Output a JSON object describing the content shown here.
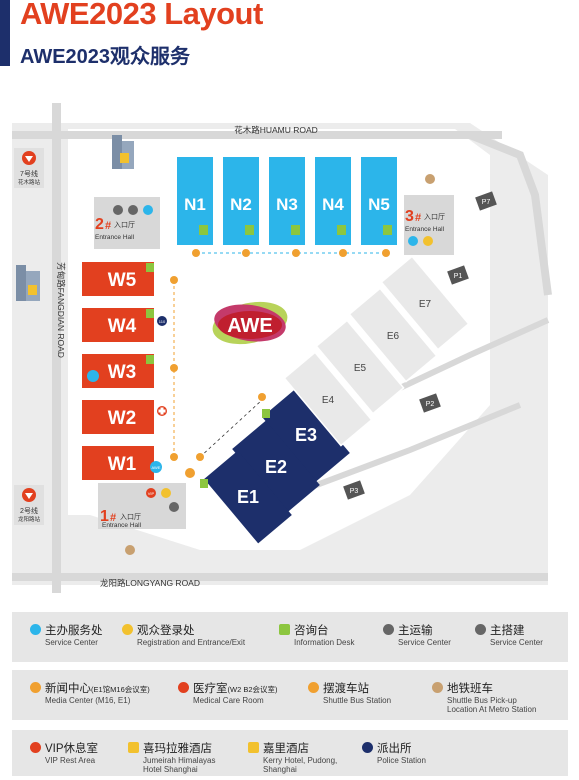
{
  "header": {
    "title": "AWE2023 Layout",
    "subtitle": "AWE2023观众服务"
  },
  "map": {
    "roads": {
      "top": "花木路HUAMU ROAD",
      "bottom": "龙阳路LONGYANG ROAD",
      "left": "芳甸路FANGDIAN ROAD"
    },
    "metro": [
      {
        "number": "7",
        "line": "7号线",
        "station": "花木路站"
      },
      {
        "number": "2",
        "line": "2号线",
        "station": "龙阳路站"
      }
    ],
    "halls_north": [
      "N1",
      "N2",
      "N3",
      "N4",
      "N5"
    ],
    "halls_west": [
      "W5",
      "W4",
      "W3",
      "W2",
      "W1"
    ],
    "halls_east_dark": [
      "E3",
      "E2",
      "E1"
    ],
    "halls_east_light": [
      "E7",
      "E6",
      "E5",
      "E4"
    ],
    "parking": [
      "P7",
      "P1",
      "P2",
      "P3"
    ],
    "entrances": [
      {
        "num": "1",
        "suffix": "#",
        "cn": "入口厅",
        "en": "Entrance Hall"
      },
      {
        "num": "2",
        "suffix": "#",
        "cn": "入口厅",
        "en": "Entrance Hall"
      },
      {
        "num": "3",
        "suffix": "#",
        "cn": "入口厅",
        "en": "Entrance Hall"
      }
    ],
    "logo_text": "AWE",
    "badges": {
      "awe": "AWE",
      "police": "110",
      "vip": "VIP",
      "info": "i"
    }
  },
  "legend": {
    "row1": [
      {
        "icon": "awe",
        "cn": "主办服务处",
        "en": "Service Center"
      },
      {
        "icon": "person",
        "cn": "观众登录处",
        "en": "Registration and Entrance/Exit"
      },
      {
        "icon": "info",
        "cn": "咨询台",
        "en": "Information Desk"
      },
      {
        "icon": "truck",
        "cn": "主运输",
        "en": "Service Center"
      },
      {
        "icon": "tools",
        "cn": "主搭建",
        "en": "Service Center"
      }
    ],
    "row2": [
      {
        "icon": "mic",
        "cn": "新闻中心",
        "cn_small": "(E1馆M16会议室)",
        "en": "Media Center (M16, E1)"
      },
      {
        "icon": "cross",
        "cn": "医疗室",
        "cn_small": "(W2 B2会议室)",
        "en": "Medical Care Room"
      },
      {
        "icon": "bus",
        "cn": "摆渡车站",
        "en": "Shuttle Bus Station"
      },
      {
        "icon": "bus2",
        "cn": "地铁班车",
        "en": "Shuttle Bus Pick-up",
        "en2": "Location At Metro Station"
      }
    ],
    "row3": [
      {
        "icon": "vip",
        "cn": "VIP休息室",
        "en": "VIP Rest Area"
      },
      {
        "icon": "hotel",
        "cn": "喜玛拉雅酒店",
        "en": "Jumeirah Himalayas",
        "en2": "Hotel Shanghai"
      },
      {
        "icon": "hotel",
        "cn": "嘉里酒店",
        "en": "Kerry Hotel, Pudong,",
        "en2": "Shanghai"
      },
      {
        "icon": "police",
        "cn": "派出所",
        "en": "Police Station"
      }
    ]
  },
  "colors": {
    "red": "#e2401f",
    "navy": "#1d2f6b",
    "sky": "#2cb5ea",
    "green": "#8cc63f",
    "orange": "#f0a030",
    "hall_grey": "#e9e9e9",
    "road_grey": "#d8d8d8"
  }
}
